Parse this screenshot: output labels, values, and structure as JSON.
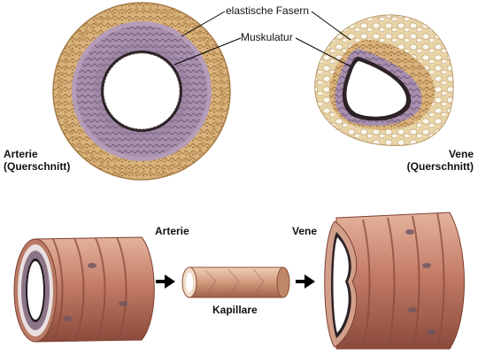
{
  "labels": {
    "elastic_fibers": "elastische Fasern",
    "muscle": "Muskulatur",
    "artery_cross_line1": "Arterie",
    "artery_cross_line2": "(Querschnitt)",
    "vein_cross_line1": "Vene",
    "vein_cross_line2": "(Querschnitt)",
    "artery_tube": "Arterie",
    "vein_tube": "Vene",
    "capillary": "Kapillare"
  },
  "colors": {
    "connective_tissue": "#d8b27a",
    "muscle_layer": "#9a7e9e",
    "muscle_light": "#c7b0c6",
    "lumen": "#ffffff",
    "tube_body": "#c9806a",
    "tube_dark": "#8d4b3c",
    "tube_light": "#e7b49e",
    "arrow": "#000000"
  }
}
